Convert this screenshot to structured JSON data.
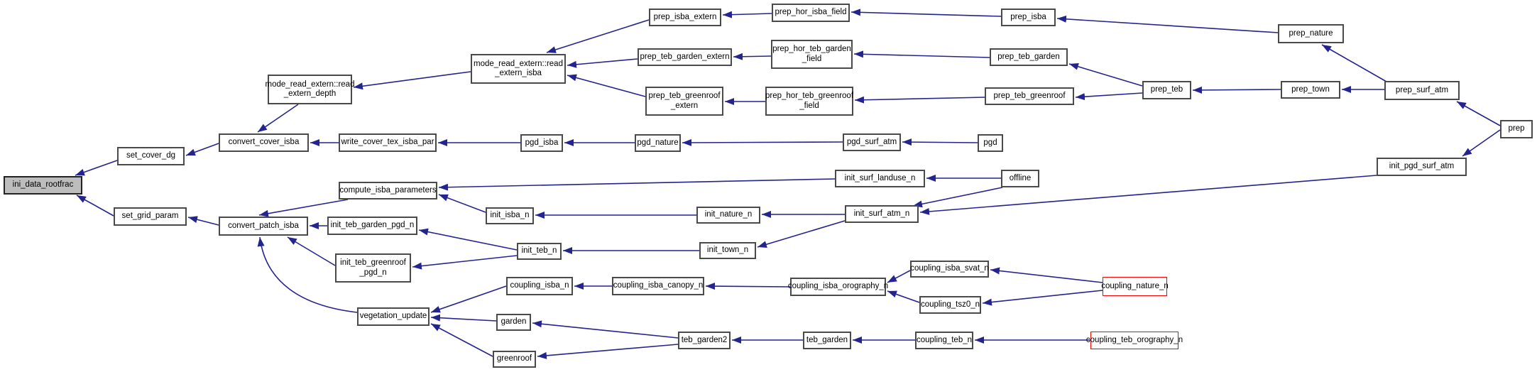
{
  "diagram": {
    "kind": "doxygen-caller-graph",
    "colors": {
      "edge": "#24248f",
      "node_border": "#4a4a4a",
      "node_fill": "#ffffff",
      "current_node_fill": "#bdbdbd",
      "truncated_node_border": "#ff0000",
      "text": "#000000",
      "background": "#ffffff"
    },
    "nodes": [
      {
        "id": "ini_data_rootfrac",
        "label": "ini_data_rootfrac",
        "style": "current"
      },
      {
        "id": "set_cover_dg",
        "label": "set_cover_dg",
        "style": "normal"
      },
      {
        "id": "set_grid_param",
        "label": "set_grid_param",
        "style": "normal"
      },
      {
        "id": "convert_cover_isba",
        "label": "convert_cover_isba",
        "style": "normal"
      },
      {
        "id": "convert_patch_isba",
        "label": "convert_patch_isba",
        "style": "normal"
      },
      {
        "id": "read_extern_depth",
        "label": "mode_read_extern::read\n_extern_depth",
        "style": "normal"
      },
      {
        "id": "read_extern_isba",
        "label": "mode_read_extern::read\n_extern_isba",
        "style": "normal"
      },
      {
        "id": "prep_isba_extern",
        "label": "prep_isba_extern",
        "style": "normal"
      },
      {
        "id": "prep_hor_isba_field",
        "label": "prep_hor_isba_field",
        "style": "normal"
      },
      {
        "id": "prep_teb_garden_extern",
        "label": "prep_teb_garden_extern",
        "style": "normal"
      },
      {
        "id": "prep_hor_teb_garden_field",
        "label": "prep_hor_teb_garden\n_field",
        "style": "normal"
      },
      {
        "id": "prep_teb_greenroof_extern",
        "label": "prep_teb_greenroof\n_extern",
        "style": "normal"
      },
      {
        "id": "prep_hor_teb_greenroof_field",
        "label": "prep_hor_teb_greenroof\n_field",
        "style": "normal"
      },
      {
        "id": "prep_isba",
        "label": "prep_isba",
        "style": "normal"
      },
      {
        "id": "prep_teb_garden",
        "label": "prep_teb_garden",
        "style": "normal"
      },
      {
        "id": "prep_teb_greenroof",
        "label": "prep_teb_greenroof",
        "style": "normal"
      },
      {
        "id": "prep_teb",
        "label": "prep_teb",
        "style": "normal"
      },
      {
        "id": "prep_nature",
        "label": "prep_nature",
        "style": "normal"
      },
      {
        "id": "prep_town",
        "label": "prep_town",
        "style": "normal"
      },
      {
        "id": "prep_surf_atm",
        "label": "prep_surf_atm",
        "style": "normal"
      },
      {
        "id": "prep",
        "label": "prep",
        "style": "normal"
      },
      {
        "id": "init_pgd_surf_atm",
        "label": "init_pgd_surf_atm",
        "style": "normal"
      },
      {
        "id": "write_cover_tex_isba_par",
        "label": "write_cover_tex_isba_par",
        "style": "normal"
      },
      {
        "id": "pgd_isba",
        "label": "pgd_isba",
        "style": "normal"
      },
      {
        "id": "pgd_nature",
        "label": "pgd_nature",
        "style": "normal"
      },
      {
        "id": "pgd_surf_atm",
        "label": "pgd_surf_atm",
        "style": "normal"
      },
      {
        "id": "pgd",
        "label": "pgd",
        "style": "normal"
      },
      {
        "id": "init_surf_landuse_n",
        "label": "init_surf_landuse_n",
        "style": "normal"
      },
      {
        "id": "offline",
        "label": "offline",
        "style": "normal"
      },
      {
        "id": "compute_isba_parameters",
        "label": "compute_isba_parameters",
        "style": "normal"
      },
      {
        "id": "init_isba_n",
        "label": "init_isba_n",
        "style": "normal"
      },
      {
        "id": "init_nature_n",
        "label": "init_nature_n",
        "style": "normal"
      },
      {
        "id": "init_surf_atm_n",
        "label": "init_surf_atm_n",
        "style": "normal"
      },
      {
        "id": "init_town_n",
        "label": "init_town_n",
        "style": "normal"
      },
      {
        "id": "init_teb_garden_pgd_n",
        "label": "init_teb_garden_pgd_n",
        "style": "normal"
      },
      {
        "id": "init_teb_greenroof_pgd_n",
        "label": "init_teb_greenroof\n_pgd_n",
        "style": "normal"
      },
      {
        "id": "init_teb_n",
        "label": "init_teb_n",
        "style": "normal"
      },
      {
        "id": "coupling_isba_n",
        "label": "coupling_isba_n",
        "style": "normal"
      },
      {
        "id": "coupling_isba_canopy_n",
        "label": "coupling_isba_canopy_n",
        "style": "normal"
      },
      {
        "id": "coupling_isba_orography_n",
        "label": "coupling_isba_orography_n",
        "style": "normal"
      },
      {
        "id": "coupling_isba_svat_n",
        "label": "coupling_isba_svat_n",
        "style": "normal"
      },
      {
        "id": "coupling_tsz0_n",
        "label": "coupling_tsz0_n",
        "style": "normal"
      },
      {
        "id": "coupling_nature_n",
        "label": "coupling_nature_n",
        "style": "truncated"
      },
      {
        "id": "coupling_teb_n",
        "label": "coupling_teb_n",
        "style": "normal"
      },
      {
        "id": "coupling_teb_orography_n",
        "label": "coupling_teb_orography_n",
        "style": "truncated"
      },
      {
        "id": "vegetation_update",
        "label": "vegetation_update",
        "style": "normal"
      },
      {
        "id": "garden",
        "label": "garden",
        "style": "normal"
      },
      {
        "id": "greenroof",
        "label": "greenroof",
        "style": "normal"
      },
      {
        "id": "teb_garden2",
        "label": "teb_garden2",
        "style": "normal"
      },
      {
        "id": "teb_garden",
        "label": "teb_garden",
        "style": "normal"
      }
    ],
    "edges": [
      {
        "from": "set_cover_dg",
        "to": "ini_data_rootfrac"
      },
      {
        "from": "set_grid_param",
        "to": "ini_data_rootfrac"
      },
      {
        "from": "convert_cover_isba",
        "to": "set_cover_dg"
      },
      {
        "from": "read_extern_depth",
        "to": "convert_cover_isba"
      },
      {
        "from": "write_cover_tex_isba_par",
        "to": "convert_cover_isba"
      },
      {
        "from": "read_extern_isba",
        "to": "read_extern_depth"
      },
      {
        "from": "prep_isba_extern",
        "to": "read_extern_isba"
      },
      {
        "from": "prep_teb_garden_extern",
        "to": "read_extern_isba"
      },
      {
        "from": "prep_teb_greenroof_extern",
        "to": "read_extern_isba"
      },
      {
        "from": "prep_hor_isba_field",
        "to": "prep_isba_extern"
      },
      {
        "from": "prep_isba",
        "to": "prep_hor_isba_field"
      },
      {
        "from": "prep_nature",
        "to": "prep_isba"
      },
      {
        "from": "prep_hor_teb_garden_field",
        "to": "prep_teb_garden_extern"
      },
      {
        "from": "prep_teb_garden",
        "to": "prep_hor_teb_garden_field"
      },
      {
        "from": "prep_teb",
        "to": "prep_teb_garden"
      },
      {
        "from": "prep_hor_teb_greenroof_field",
        "to": "prep_teb_greenroof_extern"
      },
      {
        "from": "prep_teb_greenroof",
        "to": "prep_hor_teb_greenroof_field"
      },
      {
        "from": "prep_teb",
        "to": "prep_teb_greenroof"
      },
      {
        "from": "prep_town",
        "to": "prep_teb"
      },
      {
        "from": "prep_surf_atm",
        "to": "prep_nature"
      },
      {
        "from": "prep",
        "to": "prep_surf_atm"
      },
      {
        "from": "prep_surf_atm",
        "to": "prep_town"
      },
      {
        "from": "pgd_isba",
        "to": "write_cover_tex_isba_par"
      },
      {
        "from": "pgd_nature",
        "to": "pgd_isba"
      },
      {
        "from": "pgd_surf_atm",
        "to": "pgd_nature"
      },
      {
        "from": "pgd",
        "to": "pgd_surf_atm"
      },
      {
        "from": "convert_patch_isba",
        "to": "set_grid_param"
      },
      {
        "from": "compute_isba_parameters",
        "to": "convert_patch_isba"
      },
      {
        "from": "init_teb_garden_pgd_n",
        "to": "convert_patch_isba"
      },
      {
        "from": "init_teb_greenroof_pgd_n",
        "to": "convert_patch_isba"
      },
      {
        "from": "vegetation_update",
        "to": "convert_patch_isba"
      },
      {
        "from": "init_surf_landuse_n",
        "to": "compute_isba_parameters"
      },
      {
        "from": "init_isba_n",
        "to": "compute_isba_parameters"
      },
      {
        "from": "offline",
        "to": "init_surf_landuse_n"
      },
      {
        "from": "init_nature_n",
        "to": "init_isba_n"
      },
      {
        "from": "init_surf_atm_n",
        "to": "init_nature_n"
      },
      {
        "from": "offline",
        "to": "init_surf_atm_n"
      },
      {
        "from": "init_pgd_surf_atm",
        "to": "init_surf_atm_n"
      },
      {
        "from": "prep",
        "to": "init_pgd_surf_atm"
      },
      {
        "from": "init_teb_n",
        "to": "init_teb_garden_pgd_n"
      },
      {
        "from": "init_teb_n",
        "to": "init_teb_greenroof_pgd_n"
      },
      {
        "from": "init_town_n",
        "to": "init_teb_n"
      },
      {
        "from": "init_surf_atm_n",
        "to": "init_town_n"
      },
      {
        "from": "coupling_isba_n",
        "to": "vegetation_update"
      },
      {
        "from": "garden",
        "to": "vegetation_update"
      },
      {
        "from": "greenroof",
        "to": "vegetation_update"
      },
      {
        "from": "coupling_isba_canopy_n",
        "to": "coupling_isba_n"
      },
      {
        "from": "coupling_isba_orography_n",
        "to": "coupling_isba_canopy_n"
      },
      {
        "from": "coupling_isba_svat_n",
        "to": "coupling_isba_orography_n"
      },
      {
        "from": "coupling_tsz0_n",
        "to": "coupling_isba_orography_n"
      },
      {
        "from": "coupling_nature_n",
        "to": "coupling_isba_svat_n"
      },
      {
        "from": "coupling_nature_n",
        "to": "coupling_tsz0_n"
      },
      {
        "from": "teb_garden2",
        "to": "garden"
      },
      {
        "from": "teb_garden2",
        "to": "greenroof"
      },
      {
        "from": "teb_garden",
        "to": "teb_garden2"
      },
      {
        "from": "coupling_teb_n",
        "to": "teb_garden"
      },
      {
        "from": "coupling_teb_orography_n",
        "to": "coupling_teb_n"
      }
    ]
  }
}
